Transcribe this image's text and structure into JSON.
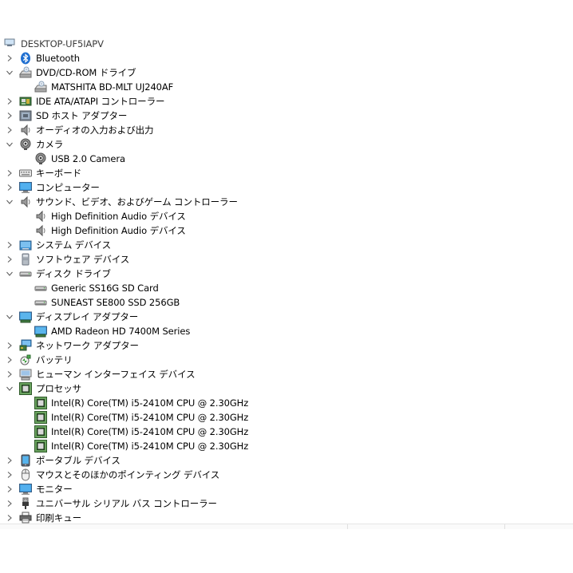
{
  "root": {
    "label": "DESKTOP-UF5IAPV",
    "icon": "computer-icon"
  },
  "items": [
    {
      "label": "Bluetooth",
      "level": 1,
      "state": "collapsed",
      "icon": "bluetooth-icon"
    },
    {
      "label": "DVD/CD-ROM ドライブ",
      "level": 1,
      "state": "expanded",
      "icon": "dvd-drive-icon"
    },
    {
      "label": "MATSHITA BD-MLT UJ240AF",
      "level": 2,
      "state": "leaf",
      "icon": "dvd-drive-icon"
    },
    {
      "label": "IDE ATA/ATAPI コントローラー",
      "level": 1,
      "state": "collapsed",
      "icon": "ide-controller-icon"
    },
    {
      "label": "SD ホスト アダプター",
      "level": 1,
      "state": "collapsed",
      "icon": "sd-host-icon"
    },
    {
      "label": "オーディオの入力および出力",
      "level": 1,
      "state": "collapsed",
      "icon": "speaker-icon"
    },
    {
      "label": "カメラ",
      "level": 1,
      "state": "expanded",
      "icon": "camera-icon"
    },
    {
      "label": "USB 2.0 Camera",
      "level": 2,
      "state": "leaf",
      "icon": "camera-icon"
    },
    {
      "label": "キーボード",
      "level": 1,
      "state": "collapsed",
      "icon": "keyboard-icon"
    },
    {
      "label": "コンピューター",
      "level": 1,
      "state": "collapsed",
      "icon": "monitor-icon"
    },
    {
      "label": "サウンド、ビデオ、およびゲーム コントローラー",
      "level": 1,
      "state": "expanded",
      "icon": "speaker-icon"
    },
    {
      "label": "High Definition Audio デバイス",
      "level": 2,
      "state": "leaf",
      "icon": "speaker-icon"
    },
    {
      "label": "High Definition Audio デバイス",
      "level": 2,
      "state": "leaf",
      "icon": "speaker-icon"
    },
    {
      "label": "システム デバイス",
      "level": 1,
      "state": "collapsed",
      "icon": "system-folder-icon"
    },
    {
      "label": "ソフトウェア デバイス",
      "level": 1,
      "state": "collapsed",
      "icon": "software-device-icon"
    },
    {
      "label": "ディスク ドライブ",
      "level": 1,
      "state": "expanded",
      "icon": "disk-drive-icon"
    },
    {
      "label": "Generic SS16G SD Card",
      "level": 2,
      "state": "leaf",
      "icon": "disk-drive-icon"
    },
    {
      "label": "SUNEAST SE800 SSD 256GB",
      "level": 2,
      "state": "leaf",
      "icon": "disk-drive-icon"
    },
    {
      "label": "ディスプレイ アダプター",
      "level": 1,
      "state": "expanded",
      "icon": "display-adapter-icon"
    },
    {
      "label": "AMD Radeon HD 7400M Series",
      "level": 2,
      "state": "leaf",
      "icon": "display-adapter-icon"
    },
    {
      "label": "ネットワーク アダプター",
      "level": 1,
      "state": "collapsed",
      "icon": "network-adapter-icon"
    },
    {
      "label": "バッテリ",
      "level": 1,
      "state": "collapsed",
      "icon": "battery-icon"
    },
    {
      "label": "ヒューマン インターフェイス デバイス",
      "level": 1,
      "state": "collapsed",
      "icon": "hid-icon"
    },
    {
      "label": "プロセッサ",
      "level": 1,
      "state": "expanded",
      "icon": "processor-icon"
    },
    {
      "label": "Intel(R) Core(TM) i5-2410M CPU @ 2.30GHz",
      "level": 2,
      "state": "leaf",
      "icon": "processor-icon"
    },
    {
      "label": "Intel(R) Core(TM) i5-2410M CPU @ 2.30GHz",
      "level": 2,
      "state": "leaf",
      "icon": "processor-icon"
    },
    {
      "label": "Intel(R) Core(TM) i5-2410M CPU @ 2.30GHz",
      "level": 2,
      "state": "leaf",
      "icon": "processor-icon"
    },
    {
      "label": "Intel(R) Core(TM) i5-2410M CPU @ 2.30GHz",
      "level": 2,
      "state": "leaf",
      "icon": "processor-icon"
    },
    {
      "label": "ポータブル デバイス",
      "level": 1,
      "state": "collapsed",
      "icon": "portable-device-icon"
    },
    {
      "label": "マウスとそのほかのポインティング デバイス",
      "level": 1,
      "state": "collapsed",
      "icon": "mouse-icon"
    },
    {
      "label": "モニター",
      "level": 1,
      "state": "collapsed",
      "icon": "monitor-icon"
    },
    {
      "label": "ユニバーサル シリアル バス コントローラー",
      "level": 1,
      "state": "collapsed",
      "icon": "usb-icon"
    },
    {
      "label": "印刷キュー",
      "level": 1,
      "state": "collapsed",
      "icon": "printer-icon"
    }
  ]
}
